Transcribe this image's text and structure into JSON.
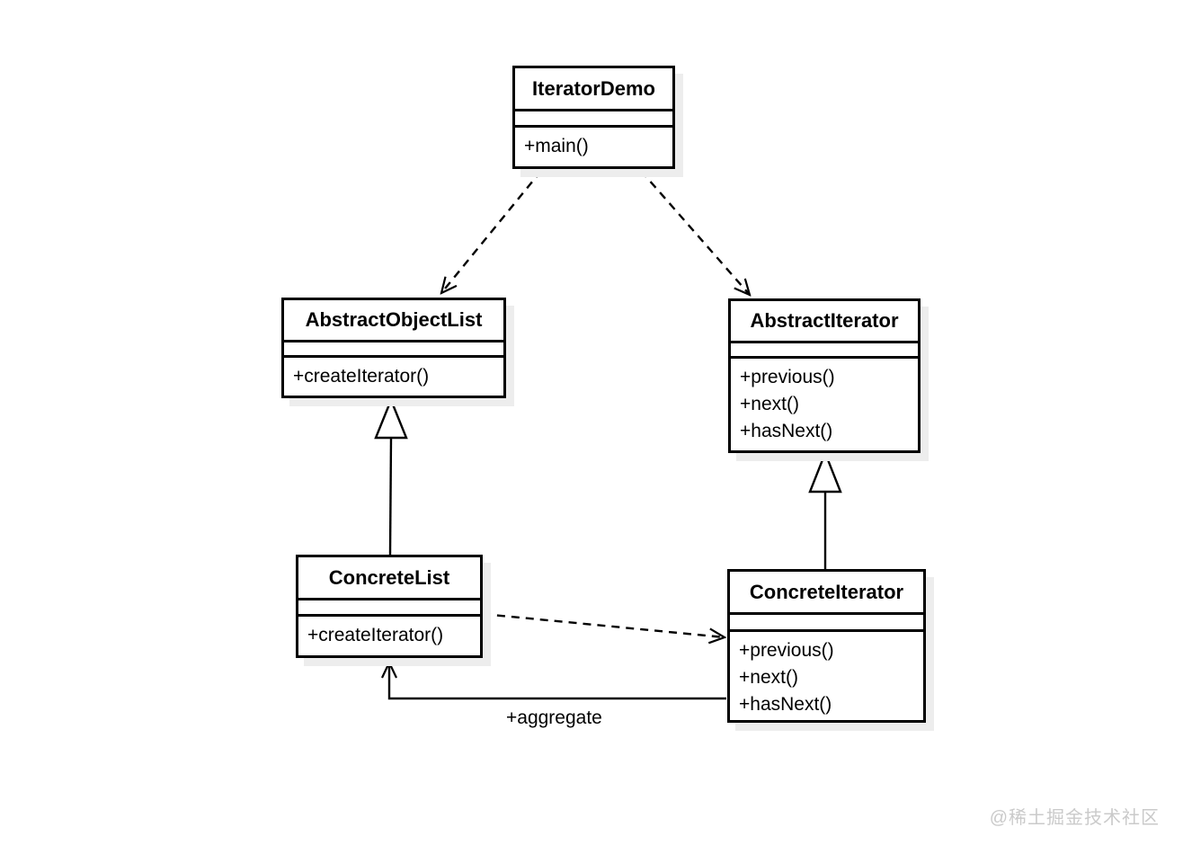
{
  "diagram": {
    "kind": "uml-class-diagram",
    "pattern": "Iterator"
  },
  "classes": {
    "iterator_demo": {
      "name": "IteratorDemo",
      "attributes": [],
      "methods": [
        "+main()"
      ]
    },
    "abstract_object_list": {
      "name": "AbstractObjectList",
      "attributes": [],
      "methods": [
        "+createIterator()"
      ]
    },
    "abstract_iterator": {
      "name": "AbstractIterator",
      "attributes": [],
      "methods": [
        "+previous()",
        "+next()",
        "+hasNext()"
      ]
    },
    "concrete_list": {
      "name": "ConcreteList",
      "attributes": [],
      "methods": [
        "+createIterator()"
      ]
    },
    "concrete_iterator": {
      "name": "ConcreteIterator",
      "attributes": [],
      "methods": [
        "+previous()",
        "+next()",
        "+hasNext()"
      ]
    }
  },
  "relationships": [
    {
      "type": "dependency",
      "from": "IteratorDemo",
      "to": "AbstractObjectList",
      "style": "dashed-open-arrow",
      "label": ""
    },
    {
      "type": "dependency",
      "from": "IteratorDemo",
      "to": "AbstractIterator",
      "style": "dashed-open-arrow",
      "label": ""
    },
    {
      "type": "generalization",
      "from": "ConcreteList",
      "to": "AbstractObjectList",
      "style": "solid-hollow-triangle",
      "label": ""
    },
    {
      "type": "generalization",
      "from": "ConcreteIterator",
      "to": "AbstractIterator",
      "style": "solid-hollow-triangle",
      "label": ""
    },
    {
      "type": "dependency",
      "from": "ConcreteList",
      "to": "ConcreteIterator",
      "style": "dashed-open-arrow",
      "label": ""
    },
    {
      "type": "association",
      "from": "ConcreteIterator",
      "to": "ConcreteList",
      "style": "solid-open-arrow",
      "label": "+aggregate"
    }
  ],
  "watermark": {
    "text": "@稀土掘金技术社区"
  },
  "colors": {
    "line": "#000000",
    "box_fill": "#ffffff",
    "box_border": "#000000",
    "box_shadow": "#ededed",
    "watermark": "#cacaca",
    "background": "#ffffff"
  }
}
